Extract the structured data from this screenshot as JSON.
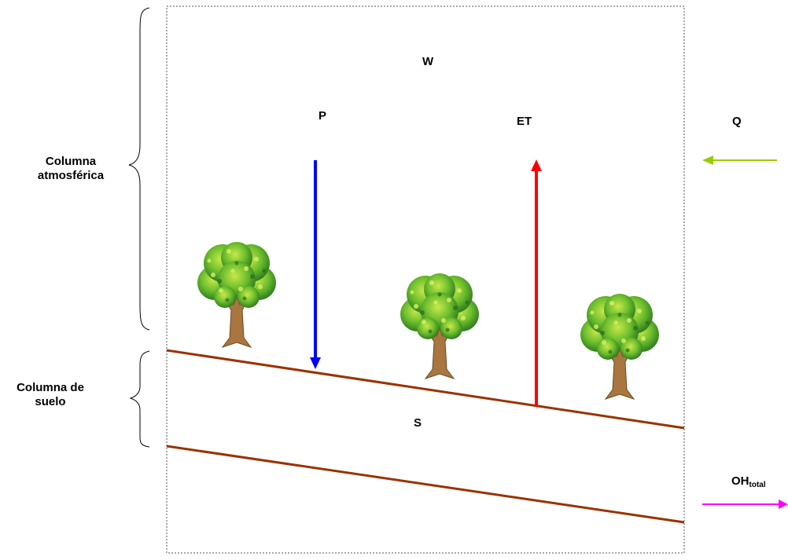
{
  "labels": {
    "W": "W",
    "P": "P",
    "ET": "ET",
    "Q": "Q",
    "S": "S",
    "OH_main": "OH",
    "OH_sub": "total",
    "atmos_line1": "Columna",
    "atmos_line2": "atmosférica",
    "soil_line1": "Columna de",
    "soil_line2": "suelo"
  },
  "colors": {
    "precipitation": "#0000ff",
    "evapotranspiration": "#ff0000",
    "moisture_inflow": "#99cc00",
    "outflow": "#ff00ff",
    "soil_line": "#993300",
    "foliage": "#339933",
    "trunk": "#996633",
    "border": "#555555"
  },
  "icons": [
    "tree-icon",
    "tree-icon",
    "tree-icon"
  ]
}
